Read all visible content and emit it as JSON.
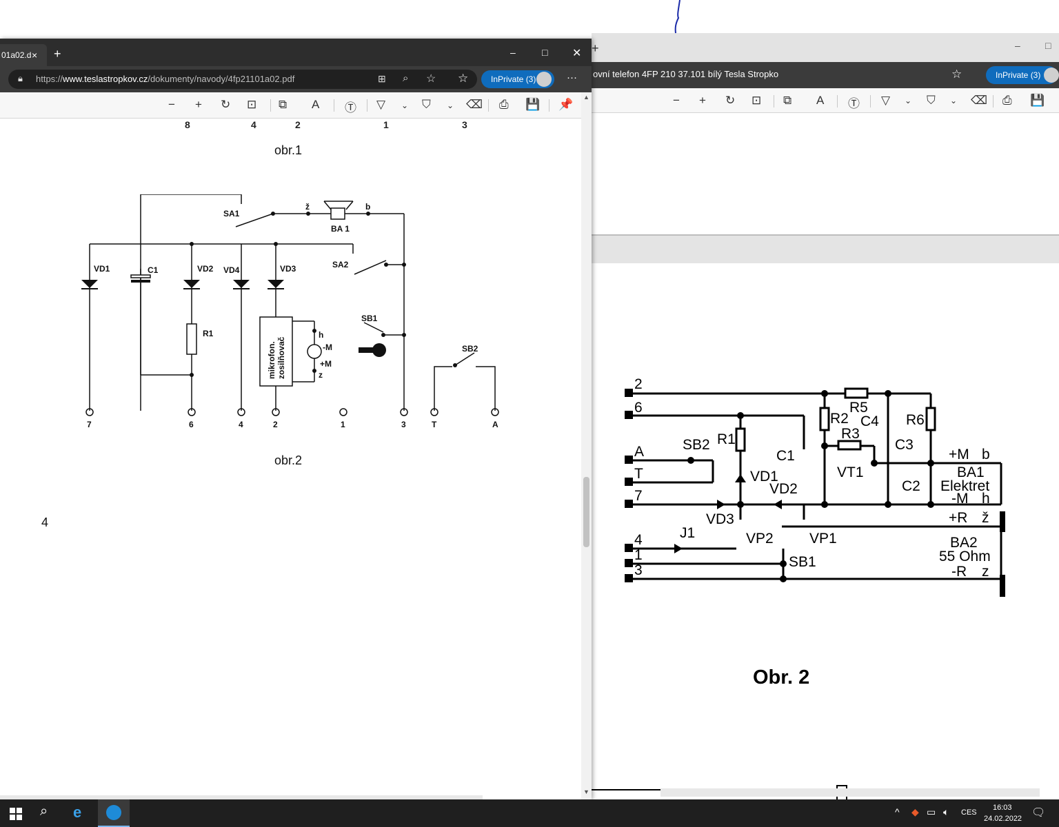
{
  "right_window": {
    "title": "ovní telefon 4FP 210 37.101 bílý Tesla Stropko",
    "inprivate": "InPrivate (3)",
    "new_tab": "+",
    "page_label": "Obr. 2",
    "schematic_labels": {
      "terminals": [
        "2",
        "6",
        "A",
        "T",
        "7",
        "4",
        "1",
        "3"
      ],
      "components": [
        "R5",
        "R2",
        "C4",
        "R6",
        "R1",
        "R3",
        "C1",
        "C3",
        "SB2",
        "VD1",
        "VT1",
        "VD2",
        "C2",
        "VD3",
        "J1",
        "VP2",
        "VP1",
        "SB1"
      ],
      "speaker_labels": [
        "+M",
        "b",
        "BA1",
        "Elektret",
        "-M",
        "h",
        "+R",
        "ž",
        "BA2",
        "55 Ohm",
        "-R",
        "z"
      ]
    }
  },
  "left_window": {
    "tab_title": "01a02.d",
    "tab_close": "×",
    "new_tab": "+",
    "url_prefix": "https://",
    "url_host": "www.teslastropkov.cz",
    "url_path": "/dokumenty/navody/4fp21101a02.pdf",
    "inprivate": "InPrivate (3)",
    "more": "···",
    "page": {
      "top_numbers": [
        "8",
        "4",
        "2",
        "1",
        "3"
      ],
      "caption1": "obr.1",
      "caption2": "obr.2",
      "section_number": "4",
      "schematic_labels": {
        "components": [
          "SA1",
          "ž",
          "b",
          "BA 1",
          "VD1",
          "C1",
          "VD2",
          "VD4",
          "VD3",
          "SA2",
          "R1",
          "SB1",
          "SB2",
          "h",
          "-M",
          "+M",
          "z",
          "mikrofon.",
          "zosilňovač"
        ],
        "terminals": [
          "7",
          "6",
          "4",
          "2",
          "1",
          "3",
          "T",
          "A"
        ]
      }
    }
  },
  "taskbar": {
    "language": "CES",
    "time": "16:03",
    "date": "24.02.2022"
  }
}
